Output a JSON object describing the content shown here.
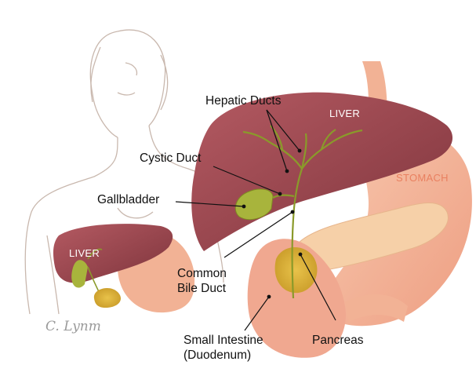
{
  "labels": {
    "hepatic_ducts": "Hepatic Ducts",
    "cystic_duct": "Cystic Duct",
    "gallbladder": "Gallbladder",
    "common_bile_duct_line1": "Common",
    "common_bile_duct_line2": "Bile Duct",
    "small_intestine_line1": "Small Intestine",
    "small_intestine_line2": "(Duodenum)",
    "pancreas": "Pancreas",
    "liver_large": "LIVER",
    "stomach": "STOMACH",
    "liver_small": "LIVER"
  },
  "signature": "C. Lynm",
  "colors": {
    "liver": "#9e4a52",
    "stomach": "#f2b295",
    "pancreas": "#f0c6a0",
    "intestine": "#f0a890",
    "ducts": "#8a9a2a",
    "gallbladder": "#a8b43c",
    "pancreas_gland": "#d8b23a",
    "sketch_line": "#c9b8ae"
  }
}
